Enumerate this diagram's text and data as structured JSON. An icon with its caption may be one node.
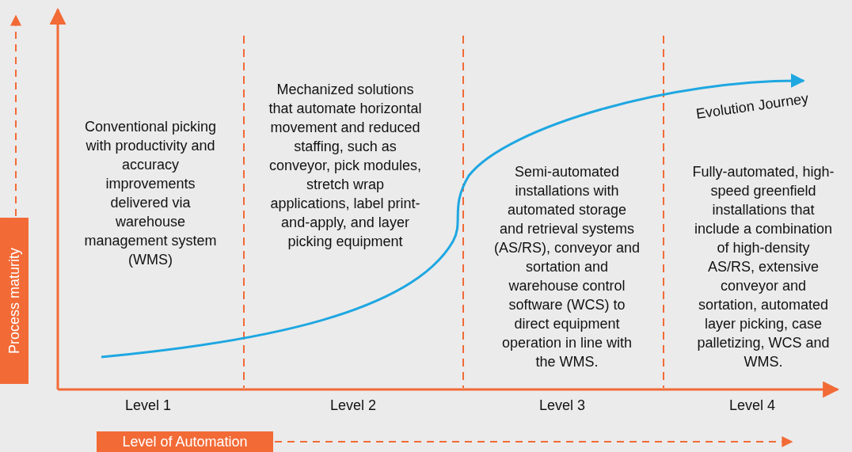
{
  "diagram": {
    "nodes": [
      {
        "text": [
          "Process maturity"
        ]
      },
      {
        "text": [
          "Level of Automation"
        ]
      }
    ],
    "edges": [
      {
        "from": 0,
        "to": null,
        "arrow": "to",
        "style": "dashed"
      },
      {
        "from": 1,
        "to": null,
        "arrow": "to",
        "style": "dashed"
      }
    ],
    "labels": [
      "Conventional picking with productivity and accuracy improvements delivered via warehouse management system (WMS)",
      "Mechanized solutions that automate horizontal movement and reduced staffing, such as conveyor, pick modules, stretch wrap applications, label print-and-apply, and layer picking equipment",
      "Evolution Journey",
      "Semi-automated installations with automated storage and retrieval systems (AS/RS), conveyor and sortation and warehouse control software (WCS) to direct equipment operation in line with the WMS.",
      "Fully-automated, high-speed greenfield installations that include a combination of high-density AS/RS, extensive conveyor and sortation, automated layer picking, case palletizing, WCS and WMS.",
      "Level 1",
      "Level 2",
      "Level 3",
      "Level 4"
    ]
  }
}
